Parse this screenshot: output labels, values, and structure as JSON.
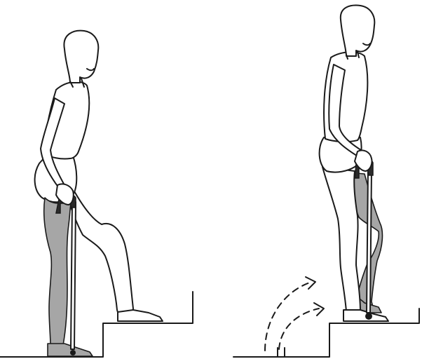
{
  "figure": {
    "panels": [
      {
        "id": "left",
        "step": "step-up-with-cane",
        "leg_shaded": "left-weight-bearing",
        "cane_side": "left"
      },
      {
        "id": "right",
        "step": "follow-through-with-cane",
        "leg_shaded": "left-swing",
        "cane_side": "left",
        "motion_arrows": 2
      }
    ],
    "colors": {
      "outline": "#1a1a1a",
      "shaded_leg": "#a6a6a6",
      "cane_grip": "#2b2b2b",
      "background": "#ffffff"
    }
  }
}
